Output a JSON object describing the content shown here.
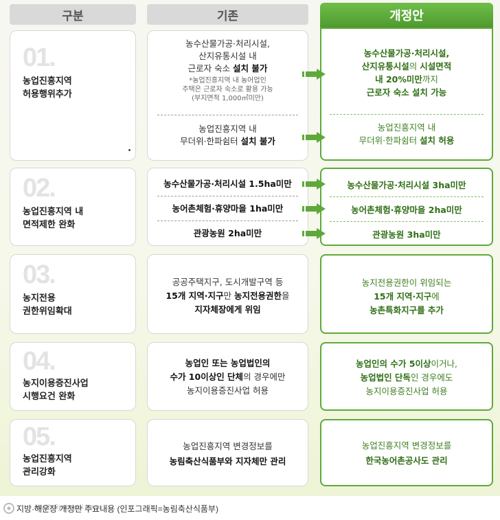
{
  "headers": {
    "category": "구분",
    "existing": "기존",
    "revised": "개정안"
  },
  "rows": [
    {
      "num": "01.",
      "category": [
        "농업진흥지역",
        "허용행위추가"
      ],
      "existing_a": [
        "농수산물가공·처리시설,",
        "산지유통시설 내"
      ],
      "existing_a3_pre": "근로자 숙소 ",
      "existing_a3_bold": "설치 불가",
      "existing_note": [
        "*농업진흥지역 내 농어업인",
        "주택은 근로자 숙소로 활용 가능",
        "(부지면적 1,000㎡미만)"
      ],
      "existing_b1": "농업진흥지역 내",
      "existing_b2_pre": "무더위·한파쉼터 ",
      "existing_b2_bold": "설치 불가",
      "revised_a1": "농수산물가공·처리시설,",
      "revised_a2_bold1": "산지유통시설",
      "revised_a2_mid": "의 ",
      "revised_a2_bold2": "시설면적",
      "revised_a3_bold": "내 20%미만",
      "revised_a3_tail": "까지",
      "revised_a4": "근로자 숙소 설치 가능",
      "revised_b1": "농업진흥지역 내",
      "revised_b2_pre": "무더위·한파쉼터 ",
      "revised_b2_bold": "설치 허용"
    },
    {
      "num": "02.",
      "category": [
        "농업진흥지역 내",
        "면적제한 완화"
      ],
      "existing": [
        "농수산물가공·처리시설 1.5ha미만",
        "농어촌체험·휴양마을 1ha미만",
        "관광농원 2ha미만"
      ],
      "revised": [
        "농수산물가공·처리시설 3ha미만",
        "농어촌체험·휴양마을 2ha미만",
        "관광농원 3ha미만"
      ]
    },
    {
      "num": "03.",
      "category": [
        "농지전용",
        "권한위임확대"
      ],
      "existing_1": "공공주택지구, 도시개발구역 등",
      "existing_2_bold1": "15개 지역·지구",
      "existing_2_mid": "만 ",
      "existing_2_bold2": "농지전용권한",
      "existing_2_tail": "을",
      "existing_3": "지자체장에게 위임",
      "revised_1": "농지전용권한이 위임되는",
      "revised_2_bold": "15개 지역·지구",
      "revised_2_tail": "에",
      "revised_3": "농촌특화지구를 추가"
    },
    {
      "num": "04.",
      "category": [
        "농지이용증진사업",
        "시행요건 완화"
      ],
      "existing_1": "농업인 또는 농업법인의",
      "existing_2_bold": "수가 10이상인 단체",
      "existing_2_tail": "의 경우에만",
      "existing_3": "농지이용증진사업 허용",
      "revised_1_bold": "농업인의 수가 5이상",
      "revised_1_tail": "이거나,",
      "revised_2_bold": "농업법인 단독",
      "revised_2_tail": "인 경우에도",
      "revised_3": "농지이용증진사업 허용"
    },
    {
      "num": "05.",
      "category": [
        "농업진흥지역",
        "관리강화"
      ],
      "existing_1": "농업진흥지역 변경정보를",
      "existing_2": "농림축산식품부와 지자체만 관리",
      "revised_1": "농업진흥지역 변경정보를",
      "revised_2": "한국농어촌공사도 관리"
    }
  ],
  "caption": "지방·해운장 개정안 주요내용 (인포그래픽=농림축산식품부)",
  "watermark": "North Gyeonggi News",
  "colors": {
    "accent_green": "#5ea93a",
    "header_gray": "#d9d9d9",
    "number_gray": "#e3e3e3"
  }
}
